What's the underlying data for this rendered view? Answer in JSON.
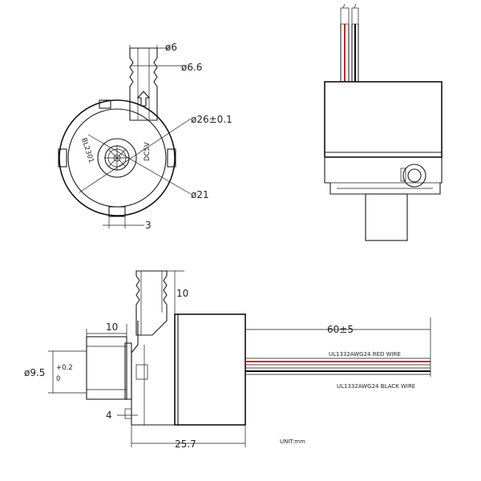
{
  "dimensions": {
    "outlet_inner": "ø6",
    "outlet_outer": "ø6.6",
    "body_diameter": "ø26±0.1",
    "impeller_diameter": "ø21",
    "tab_width": "3",
    "outlet_height": "10",
    "inlet_length": "10",
    "inlet_diameter": "ø9.5",
    "inlet_tol_upper": "+0.2",
    "inlet_tol_lower": "0",
    "flange_thickness": "4",
    "overall_length": "25.7",
    "wire_length": "60±5"
  },
  "body_markings": {
    "model": "BL2301",
    "voltage": "DC5V"
  },
  "wires": {
    "red": "UL1332AWG24 RED WIRE",
    "black": "UL1332AWG24 BLACK WIRE"
  },
  "unit_note": "UNIT:mm",
  "colors": {
    "red_wire": "#d42020",
    "black_wire": "#111111",
    "line": "#1a1a1a"
  }
}
